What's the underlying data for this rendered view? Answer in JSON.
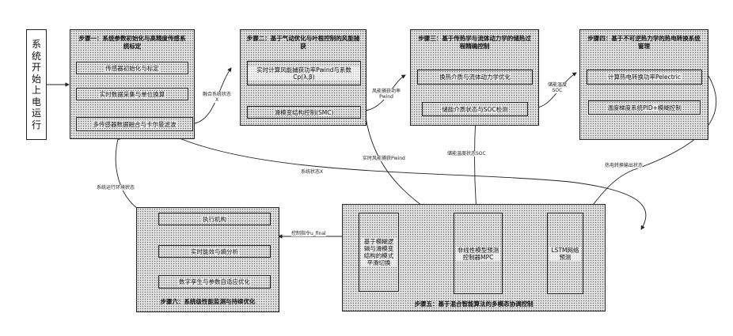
{
  "start": "系统开始上电运行",
  "steps": {
    "s1": {
      "title": "步骤一：系统参数初始化与高精度传感系统标定",
      "boxes": [
        "传感器初始化与标定",
        "实时数据采集与单位换算",
        "多传感器数据融合与卡尔曼滤波"
      ]
    },
    "s2": {
      "title": "步骤二：基于气动优化与叶根控制的风能捕获",
      "boxes": [
        "实时计算风能捕获功率Pwind与系数Cp(λ,β)",
        "滑模变结构控制(SMC)"
      ]
    },
    "s3": {
      "title": "步骤三：基于传热学与流体动力学的储热过程精确控制",
      "boxes": [
        "换热介质与流体动力学优化",
        "储能介质状态与SOC检测"
      ]
    },
    "s4": {
      "title": "步骤四：基于不可逆热力学的热电转换系统管理",
      "boxes": [
        "计算热电转换功率Pelectric",
        "温度梯度系统PID+模糊控制"
      ]
    },
    "s5": {
      "title": "步骤五：基于混合智能算法的多模态协调控制",
      "boxes": [
        "基于模糊逻辑与滑模变结构的模式平滑切换",
        "非线性模型预测控制器MPC",
        "LSTM网络预测"
      ]
    },
    "s6": {
      "title": "步骤六：系统级性能监测与持续优化",
      "boxes": [
        "执行机构",
        "实时能效与熵分析",
        "数字孪生与参数自适应优化"
      ]
    }
  },
  "labels": {
    "l1": "融合系统状态X",
    "l2": "风能捕获功率Pwind",
    "l3": "储能温度SOC",
    "l4": "系统状态X",
    "l5": "实时风能捕获Pwind",
    "l6": "储能温度状态SOC",
    "l7": "热电转换输出状态",
    "l8": "控制指令u_final",
    "l9": "系统运行环境状态"
  }
}
